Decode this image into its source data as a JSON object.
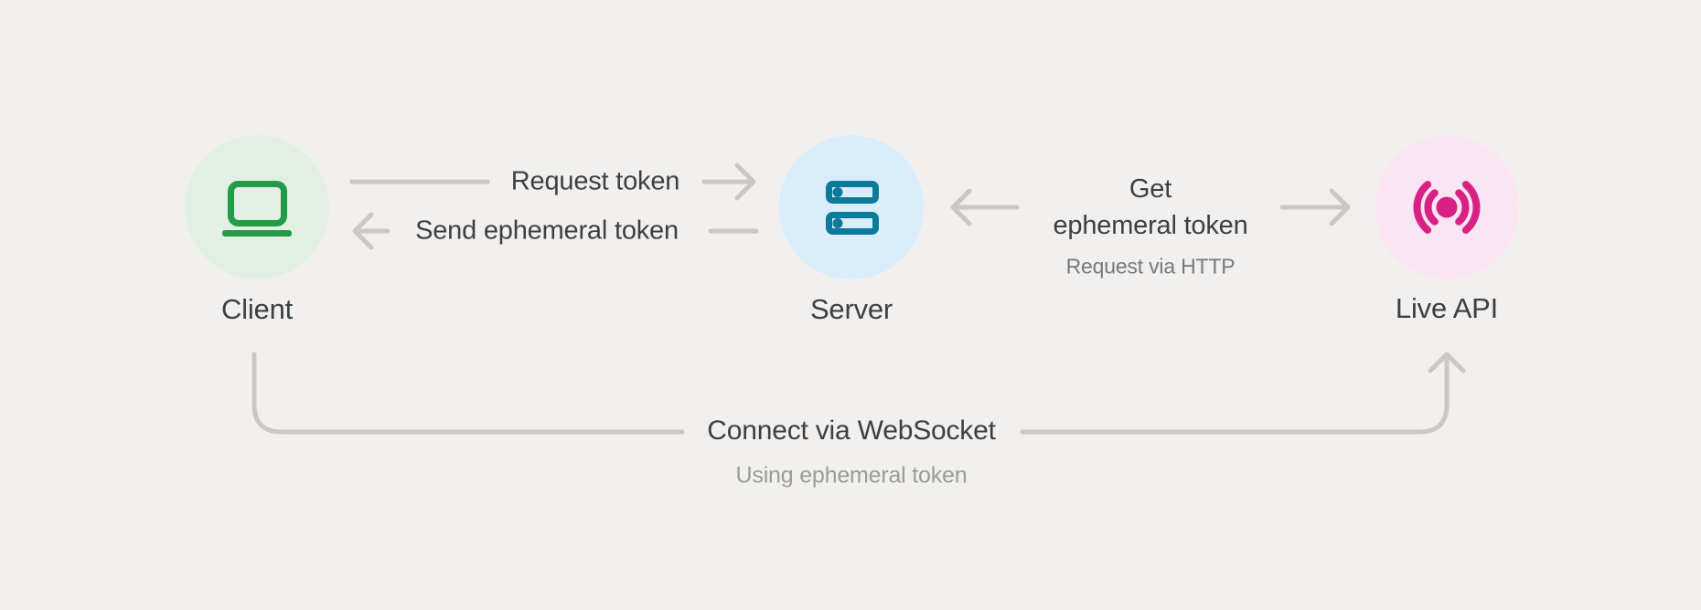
{
  "diagram": {
    "background_color": "#f1f0ee",
    "line_color": "#c9c8c5",
    "text_color": "#3c4043",
    "muted_text_color": "#77797b",
    "light_muted_text_color": "#9b9b99",
    "nodes": [
      {
        "id": "client",
        "label": "Client",
        "icon": "laptop-icon",
        "icon_color": "#249b49",
        "circle_color": "#e2f0e4"
      },
      {
        "id": "server",
        "label": "Server",
        "icon": "server-icon",
        "icon_color": "#0b7a9b",
        "circle_color": "#d9edfa"
      },
      {
        "id": "live_api",
        "label": "Live API",
        "icon": "broadcast-icon",
        "icon_color": "#d92183",
        "circle_color": "#fce5f3"
      }
    ],
    "edges": [
      {
        "from": "Client",
        "to": "Server",
        "label": "Request token",
        "arrow": "right"
      },
      {
        "from": "Server",
        "to": "Client",
        "label": "Send ephemeral token",
        "arrow": "left"
      },
      {
        "from": "Server",
        "to": "Live API",
        "label": "Get ephemeral token",
        "label_lines": [
          "Get",
          "ephemeral token"
        ],
        "sublabel": "Request via HTTP",
        "arrow": "both"
      },
      {
        "from": "Client",
        "to": "Live API",
        "label": "Connect via WebSocket",
        "sublabel": "Using ephemeral token",
        "arrow": "up-into-live-api"
      }
    ]
  }
}
